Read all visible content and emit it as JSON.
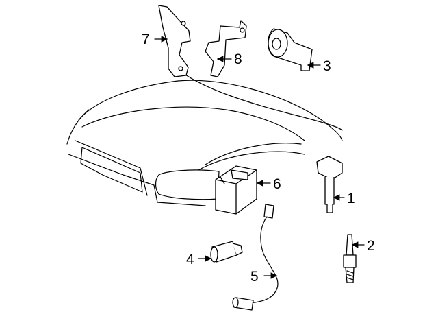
{
  "diagram": {
    "callouts": [
      {
        "number": "1",
        "part": "ignition-coil"
      },
      {
        "number": "2",
        "part": "spark-plug"
      },
      {
        "number": "3",
        "part": "knock-sensor"
      },
      {
        "number": "4",
        "part": "sensor"
      },
      {
        "number": "5",
        "part": "crankshaft-position-sensor"
      },
      {
        "number": "6",
        "part": "engine-control-module"
      },
      {
        "number": "7",
        "part": "bracket"
      },
      {
        "number": "8",
        "part": "bracket"
      }
    ]
  }
}
